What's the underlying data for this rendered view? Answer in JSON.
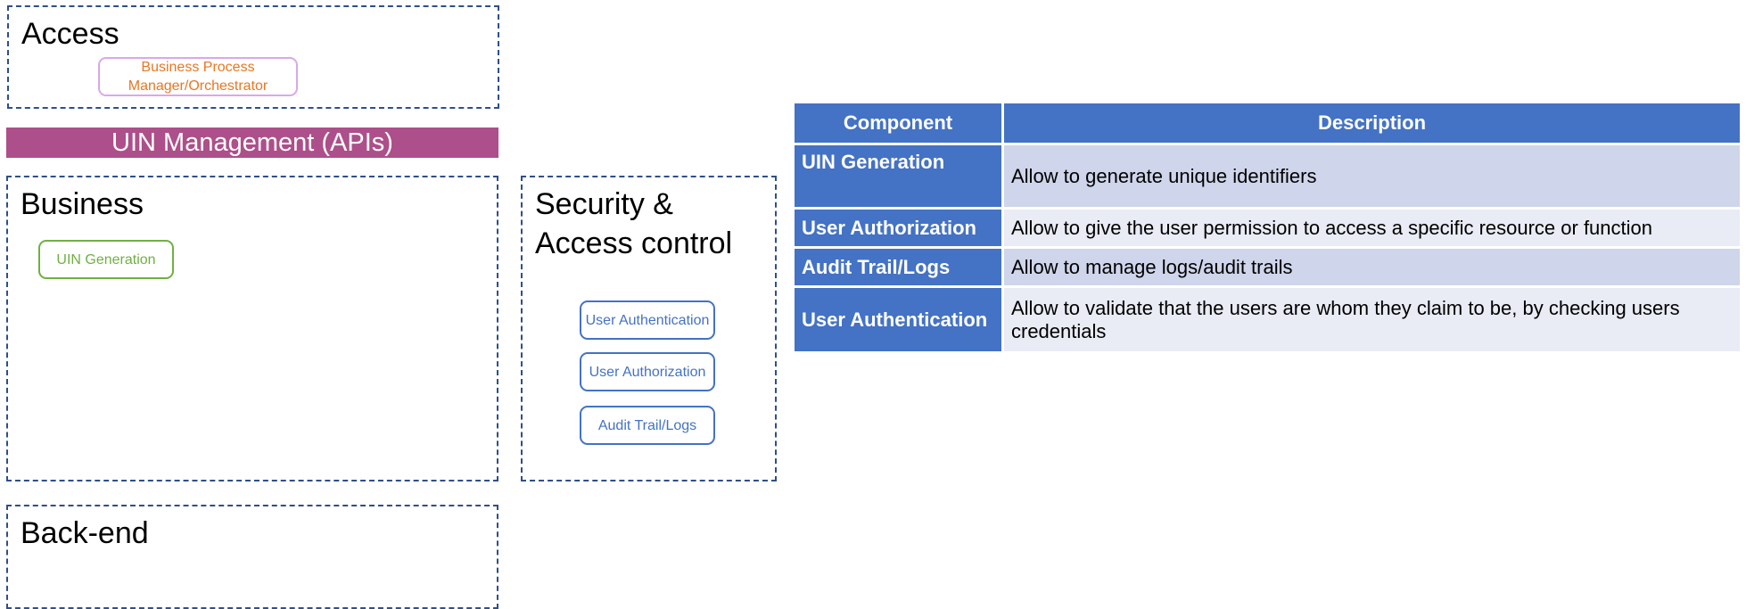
{
  "diagram": {
    "sections": {
      "access": {
        "title": "Access"
      },
      "business": {
        "title": "Business"
      },
      "security": {
        "title": "Security & Access control"
      },
      "backend": {
        "title": "Back-end"
      }
    },
    "banner": {
      "label": "UIN Management (APIs)"
    },
    "modules": {
      "bpm": "Business Process Manager/Orchestrator",
      "uin_generation": "UIN Generation",
      "user_authentication": "User Authentication",
      "user_authorization": "User Authorization",
      "audit_trail": "Audit Trail/Logs"
    },
    "colors": {
      "banner": "#ad4f8a",
      "section_border": "#2f4f8a",
      "orange_module_text": "#e87722",
      "orange_module_border": "#d9a8e8",
      "green_module": "#6fb043",
      "blue_module": "#4472c4"
    }
  },
  "table": {
    "headers": [
      "Component",
      "Description"
    ],
    "rows": [
      {
        "component": "UIN Generation",
        "description": "Allow to generate unique identifiers"
      },
      {
        "component": "User Authorization",
        "description": "Allow to give the user permission to access a specific resource or function"
      },
      {
        "component": "Audit Trail/Logs",
        "description": "Allow to manage logs/audit trails"
      },
      {
        "component": "User Authentication",
        "description": "Allow to validate that the users are whom they claim to be, by checking users credentials"
      }
    ],
    "colors": {
      "header_bg": "#4472c4",
      "row_band_dark": "#cfd5ea",
      "row_band_light": "#e9ebf5"
    }
  }
}
